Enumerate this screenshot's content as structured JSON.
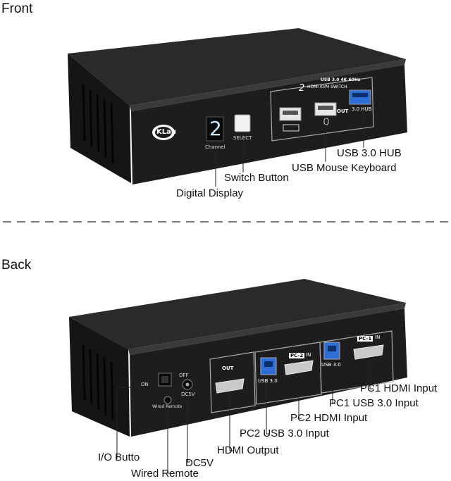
{
  "sections": {
    "front": "Front",
    "back": "Back"
  },
  "front_device": {
    "logo": "KLau",
    "display_digit": "2",
    "channel_label": "Channel",
    "select_label": "SELECT",
    "top_badge": "USB 3.0 4K 60Hz",
    "model_line": "HDMI KVM SWITCH",
    "model_number": "2",
    "out_label": "OUT",
    "hub_label": "3.0 HUB"
  },
  "front_callouts": {
    "usb_hub": "USB 3.0 HUB",
    "usb_mouse_keyboard": "USB Mouse Keyboard",
    "switch_button": "Switch Button",
    "digital_display": "Digital Display"
  },
  "back_device": {
    "on_label": "ON",
    "off_label": "OFF",
    "dc_label": "DC5V",
    "wired_remote_label": "Wired Remote",
    "out_label": "OUT",
    "usb30_a": "USB 3.0",
    "pc2_label": "PC-2",
    "in_a": "IN",
    "usb30_b": "USB 3.0",
    "pc1_label": "PC-1",
    "in_b": "IN"
  },
  "back_callouts": {
    "pc1_hdmi": "PC1 HDMI Input",
    "pc1_usb": "PC1 USB 3.0 Input",
    "pc2_hdmi": "PC2 HDMI Input",
    "pc2_usb": "PC2 USB 3.0 Input",
    "hdmi_output": "HDMI Output",
    "io_button": "I/O Butto",
    "wired_remote": "Wired Remote",
    "dc5v": "DC5V"
  },
  "colors": {
    "body": "#1b1b1b",
    "usb3_blue": "#2d6fd6",
    "text": "#111111"
  }
}
